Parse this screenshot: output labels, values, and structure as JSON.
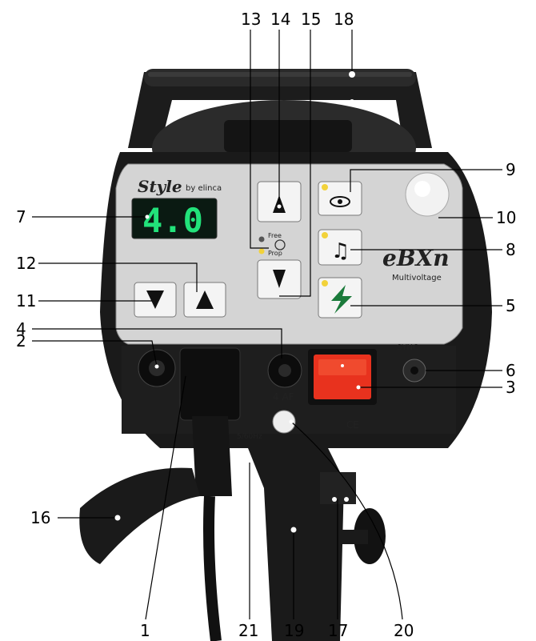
{
  "panel": {
    "brand_script": "Style",
    "brand_by": "by elinca",
    "display_value": "4.0",
    "model_logo": "eBXn",
    "model_sub": "Multivoltage",
    "sync_label": "SYNC",
    "af_label": "4 AF",
    "ce_mark": "CE",
    "freq_fragment": "5/60Hz",
    "prop_top": "Free",
    "prop_bottom": "Prop"
  },
  "callouts": {
    "c1": "1",
    "c2": "2",
    "c3": "3",
    "c4": "4",
    "c5": "5",
    "c6": "6",
    "c7": "7",
    "c8": "8",
    "c9": "9",
    "c10": "10",
    "c11": "11",
    "c12": "12",
    "c13": "13",
    "c14": "14",
    "c15": "15",
    "c16": "16",
    "c17": "17",
    "c18": "18",
    "c19": "19",
    "c20": "20",
    "c21": "21"
  },
  "colors": {
    "housing": "#1a1a1a",
    "panel": "#d4d4d4",
    "lcd_bg": "#0a1a12",
    "lcd_digits": "#22e27a",
    "power_switch": "#e8321e",
    "led": "#f2d23a"
  }
}
